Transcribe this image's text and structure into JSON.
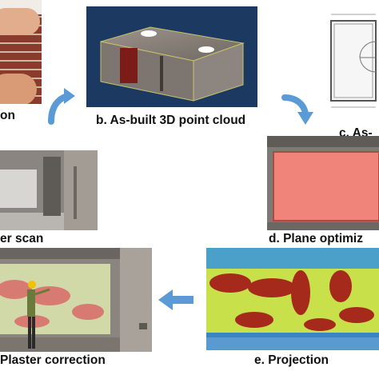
{
  "labels": {
    "a": "on",
    "b": "b. As-built 3D point cloud",
    "c": "c. As-",
    "scan": "er scan",
    "d": "d. Plane optimiz",
    "e": "e. Projection",
    "f": "Plaster correction"
  },
  "colors": {
    "arrow": "#5b9bd5",
    "pointcloud_bg": "#1c3a61",
    "plane_fill": "#f0847a",
    "projection_red": "#a52a1c",
    "projection_green": "#c8e04a",
    "projection_blue": "#2f6fa8"
  },
  "icons": {
    "arrow_ab": "curved-arrow-icon",
    "arrow_bc": "curved-arrow-icon",
    "arrow_ef": "left-arrow-icon"
  }
}
